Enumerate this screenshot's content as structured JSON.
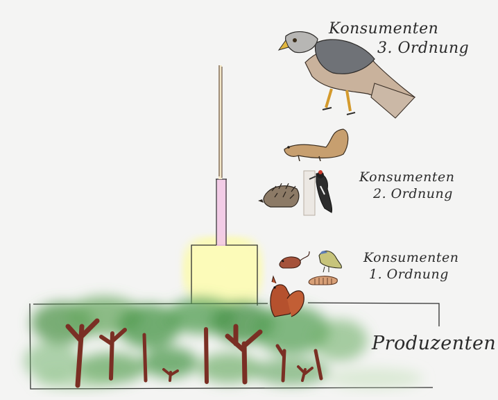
{
  "labels": {
    "consumers_3": [
      "Konsumenten",
      "3. Ordnung"
    ],
    "consumers_2": [
      "Konsumenten",
      "2. Ordnung"
    ],
    "consumers_1": [
      "Konsumenten",
      "1. Ordnung"
    ],
    "producers": "Produzenten"
  },
  "colors": {
    "background": "#f4f4f3",
    "producer_level_fill": "#fbfab9",
    "consumer2_bar_fill": "#f2c8e4",
    "ink": "#2a2a2a",
    "tree_trunk": "#7a2f24",
    "foliage": "#4f9a4f"
  },
  "icons": {
    "consumer_3": [
      "hawk-icon"
    ],
    "consumer_2": [
      "marten-icon",
      "hedgehog-icon",
      "woodpecker-icon"
    ],
    "consumer_1": [
      "mouse-icon",
      "bird-icon",
      "caterpillar-icon",
      "squirrel-icon"
    ],
    "producers": [
      "tree-icon"
    ]
  }
}
